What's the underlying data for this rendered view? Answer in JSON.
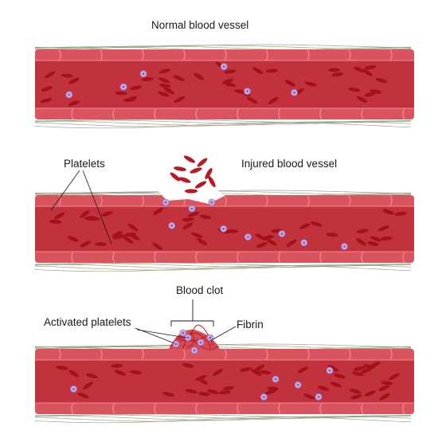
{
  "labels": {
    "normal_vessel": "Normal blood vessel",
    "platelets": "Platelets",
    "injured_vessel": "Injured blood vessel",
    "blood_clot": "Blood clot",
    "activated_platelets": "Activated platelets",
    "fibrin": "Fibrin"
  },
  "colors": {
    "vessel_wall": "#d9545e",
    "vessel_lumen": "#c1323c",
    "cell_border": "#f08a92",
    "red_cell": "#a3111b",
    "red_cell_loose": "#b81a24",
    "platelet": "#c9a9e6",
    "fiber": "#8c9470",
    "fibrin_strand": "#b3141d"
  },
  "vessels": [
    {
      "name": "normal"
    },
    {
      "name": "injured"
    },
    {
      "name": "clotted"
    }
  ]
}
